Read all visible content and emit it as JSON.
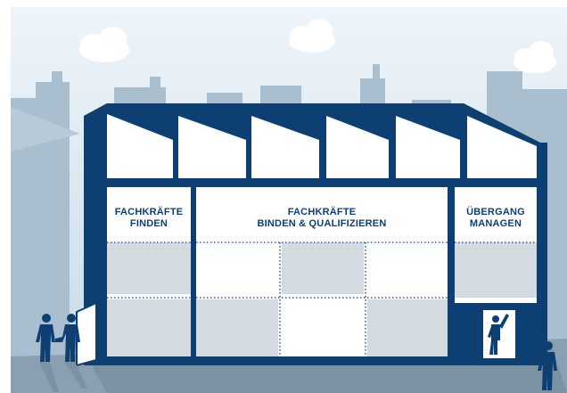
{
  "colors": {
    "sky_top": "#e9f2f8",
    "sky_bottom": "#c9dbe8",
    "skyline": "#a9bfcf",
    "ground": "#8a9fb1",
    "building_blue": "#0e3f73",
    "wall": "#ffffff",
    "cell_grey": "#d3dbe0",
    "dotted": "#0e3f73",
    "cloud": "#ffffff"
  },
  "icons": [
    "cloud-icon",
    "person-icon",
    "door-icon",
    "raised-hand-person-icon"
  ],
  "sections": [
    {
      "id": "finden",
      "lines": [
        "FACHKRÄFTE",
        "FINDEN"
      ]
    },
    {
      "id": "binden",
      "lines": [
        "FACHKRÄFTE",
        "BINDEN & QUALIFIZIEREN"
      ]
    },
    {
      "id": "uebergang",
      "lines": [
        "ÜBERGANG",
        "MANAGEN"
      ]
    }
  ]
}
